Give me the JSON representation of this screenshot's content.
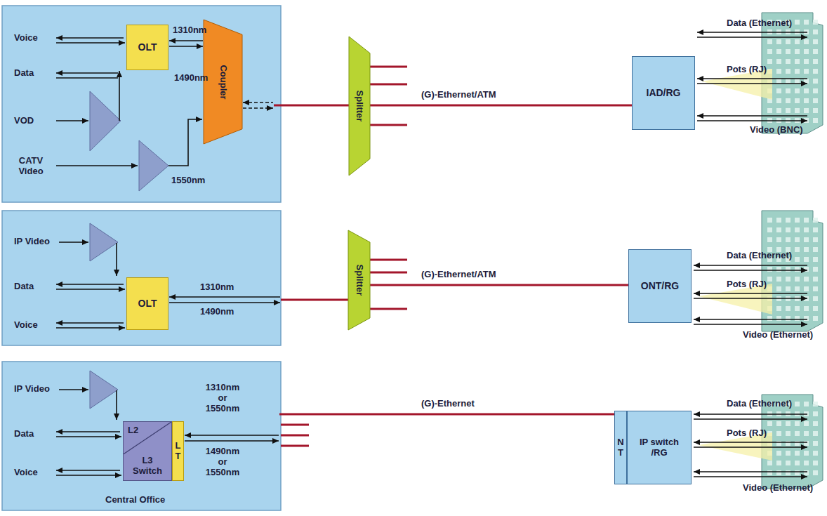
{
  "diagram": {
    "nodes": [
      {
        "text": [
          "OLT"
        ]
      },
      {
        "text": [
          "Coupler"
        ]
      },
      {
        "text": [
          "Splitter"
        ]
      },
      {
        "text": [
          "IAD/RG"
        ]
      },
      {
        "text": [
          "OLT"
        ]
      },
      {
        "text": [
          "Splitter"
        ]
      },
      {
        "text": [
          "ONT/RG"
        ]
      },
      {
        "text": [
          "L2",
          "L3 Switch"
        ]
      },
      {
        "text": [
          "L T"
        ]
      },
      {
        "text": [
          "N T"
        ]
      },
      {
        "text": [
          "IP switch /RG"
        ]
      }
    ],
    "edges": [
      {
        "from": 0,
        "to": 1,
        "arrow": "both"
      },
      {
        "from": 1,
        "to": 2,
        "arrow": "both"
      },
      {
        "from": 2,
        "to": 3,
        "label": "(G)-Ethernet/ATM",
        "arrow": "none"
      },
      {
        "from": 4,
        "to": 5,
        "arrow": "both"
      },
      {
        "from": 5,
        "to": 6,
        "label": "(G)-Ethernet/ATM",
        "arrow": "none"
      },
      {
        "from": 8,
        "to": 9,
        "label": "(G)-Ethernet",
        "arrow": "both"
      }
    ],
    "labels": [
      "Voice",
      "Data",
      "VOD",
      "CATV Video",
      "1310nm",
      "1490nm",
      "1550nm",
      "Data (Ethernet)",
      "Pots (RJ)",
      "Video (BNC)",
      "IP Video",
      "Data",
      "Voice",
      "1310nm",
      "1490nm",
      "Data (Ethernet)",
      "Pots (RJ)",
      "Video (Ethernet)",
      "IP Video",
      "Data",
      "Voice",
      "1310nm or 1550nm",
      "1490nm or 1550nm",
      "Central Office",
      "Data (Ethernet)",
      "Pots (RJ)",
      "Video (Ethernet)"
    ]
  }
}
